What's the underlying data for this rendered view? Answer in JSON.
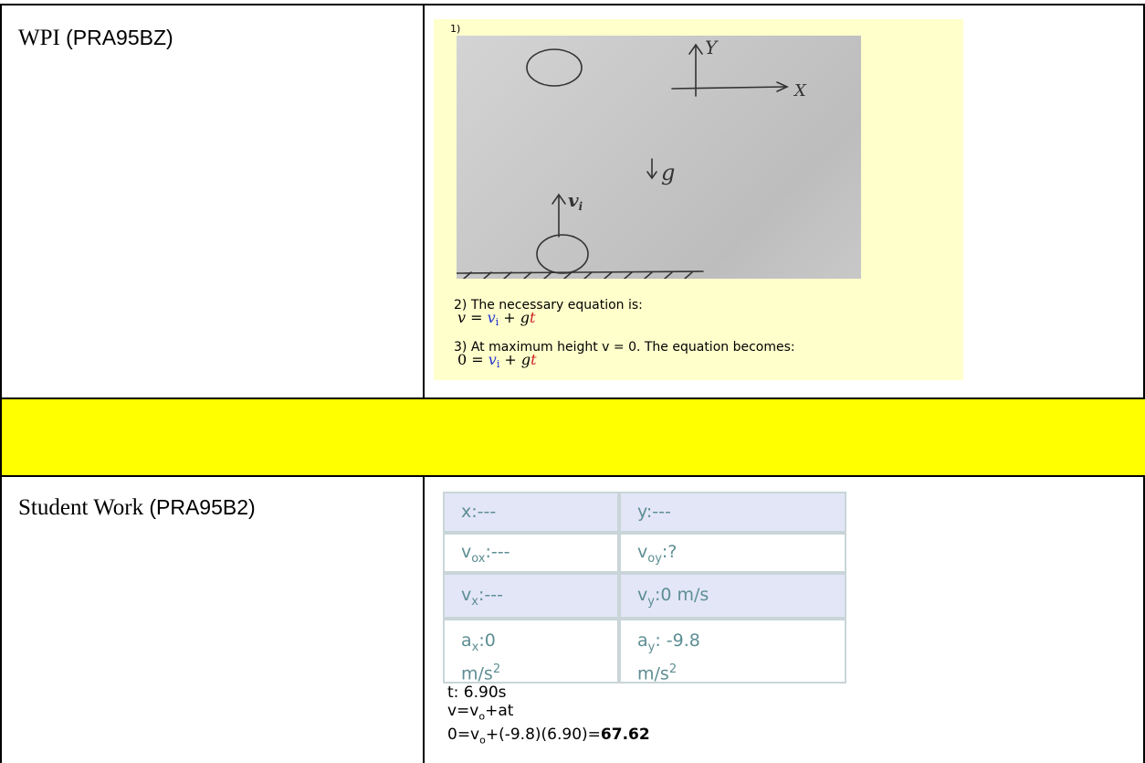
{
  "rows": {
    "wpi": {
      "label": "WPI ",
      "code": "(PRA95BZ)"
    },
    "student": {
      "label": "Student Work ",
      "code": "(PRA95B2)"
    }
  },
  "wpi_panel": {
    "step1": "1)",
    "step2_text": "2) The necessary equation is:",
    "step3_text": "3) At maximum height v = 0. The equation becomes:",
    "eq2": {
      "lhs": "v",
      "eq": " = ",
      "vi": "v",
      "vi_sub": "i",
      "plus": " + ",
      "g": "g",
      "t": "t"
    },
    "eq3": {
      "lhs": "0",
      "eq": " = ",
      "vi": "v",
      "vi_sub": "i",
      "plus": " + ",
      "g": "g",
      "t": "t"
    },
    "sketch_labels": {
      "y_axis": "Y",
      "x_axis": "X",
      "gravity": "g",
      "initial_velocity": "v",
      "initial_velocity_sub": "i"
    },
    "colors": {
      "background": "#ffffcc",
      "vi": "#2233cc",
      "t": "#cc2222"
    }
  },
  "student_grid": {
    "cells": [
      {
        "var": "x",
        "sub": "",
        "value": ":---",
        "sup": ""
      },
      {
        "var": "y",
        "sub": "",
        "value": ":---",
        "sup": ""
      },
      {
        "var": "v",
        "sub": "ox",
        "value": ":---",
        "sup": ""
      },
      {
        "var": "v",
        "sub": "oy",
        "value": ":?",
        "sup": ""
      },
      {
        "var": "v",
        "sub": "x",
        "value": ":---",
        "sup": ""
      },
      {
        "var": "v",
        "sub": "y",
        "value": ":0 m/s",
        "sup": ""
      },
      {
        "var": "a",
        "sub": "x",
        "value": ":0",
        "line2": "m/s",
        "sup": "2"
      },
      {
        "var": "a",
        "sub": "y",
        "value": ": -9.8",
        "line2": "m/s",
        "sup": "2"
      }
    ],
    "lines": {
      "time": "t: 6.90s",
      "eq1_pre": "v=v",
      "eq1_sub": "o",
      "eq1_post": "+at",
      "eq2_pre": "0=v",
      "eq2_sub": "o",
      "eq2_mid": "+(-9.8)(6.90)=",
      "eq2_bold": "67.62"
    },
    "colors": {
      "text": "#5d8e94",
      "shaded": "#e3e6f7",
      "border": "#c9d5d8"
    }
  },
  "colors": {
    "highlight_band": "#ffff00"
  }
}
